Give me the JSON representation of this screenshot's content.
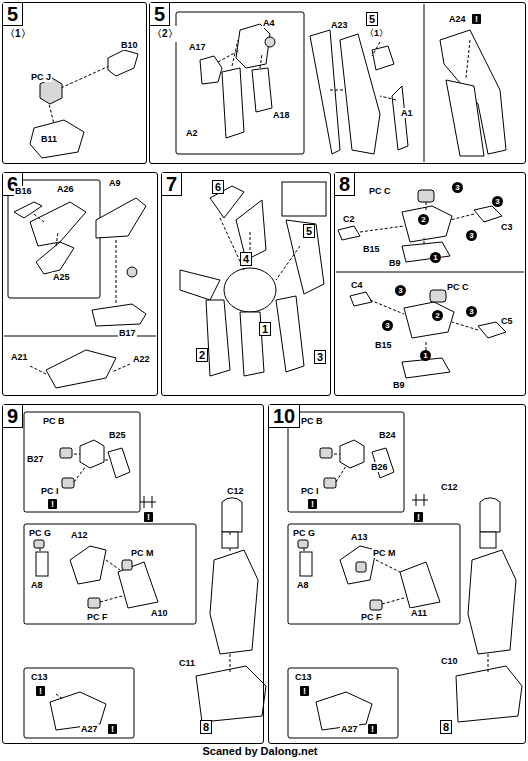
{
  "diagram": {
    "nodes": [
      {
        "text": [
          "5",
          "〈1〉"
        ]
      },
      {
        "text": [
          "5",
          "〈2〉"
        ]
      },
      {
        "text": [
          "6"
        ]
      },
      {
        "text": [
          "7"
        ]
      },
      {
        "text": [
          "8"
        ]
      },
      {
        "text": [
          "9"
        ]
      },
      {
        "text": [
          "10"
        ]
      }
    ],
    "labels": [
      "PC J",
      "B10",
      "B11",
      "A4",
      "A17",
      "A2",
      "A18",
      "A23",
      "5",
      "〈1〉",
      "A1",
      "A24",
      "!",
      "B16",
      "A26",
      "A9",
      "A25",
      "B17",
      "A21",
      "A22",
      "6",
      "4",
      "5",
      "2",
      "1",
      "3",
      "PC C",
      "3",
      "2",
      "3",
      "C2",
      "C3",
      "3",
      "B15",
      "1",
      "B9",
      "C4",
      "3",
      "PC C",
      "2",
      "3",
      "C5",
      "B15",
      "1",
      "B9",
      "3",
      "PC B",
      "B25",
      "B27",
      "PC I",
      "!",
      "C12",
      "!",
      "PC G",
      "A12",
      "PC M",
      "A10",
      "A8",
      "PC F",
      "C11",
      "C13",
      "!",
      "8",
      "A27",
      "!",
      "PC B",
      "B24",
      "B26",
      "PC I",
      "!",
      "C12",
      "!",
      "PC G",
      "PC M",
      "A13",
      "A11",
      "A8",
      "PC F",
      "C10",
      "C13",
      "!",
      "8",
      "A27",
      "!",
      "Scaned by Dalong.net"
    ]
  }
}
